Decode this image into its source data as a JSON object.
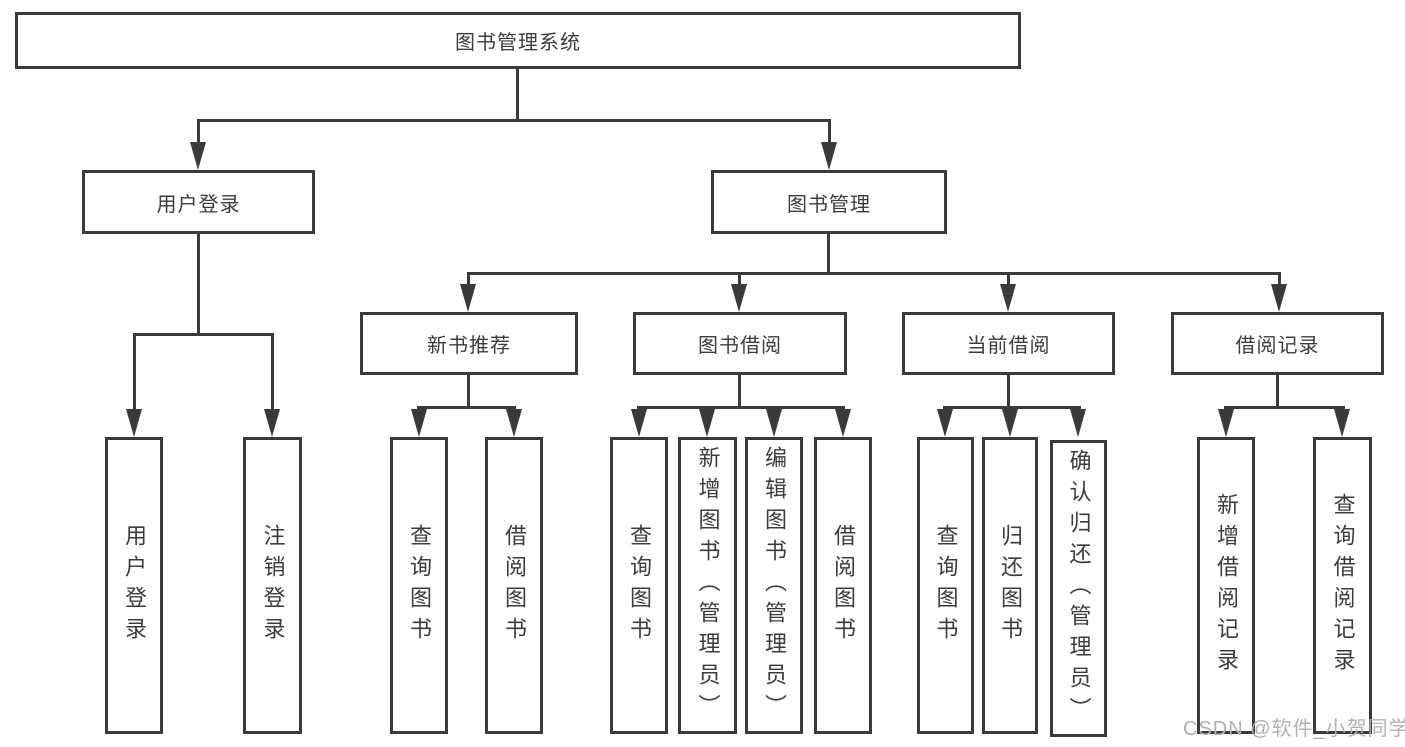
{
  "tree": {
    "root": {
      "label": "图书管理系统"
    },
    "branches": [
      {
        "label": "用户登录",
        "children": [
          {
            "label": "用户登录"
          },
          {
            "label": "注销登录"
          }
        ]
      },
      {
        "label": "图书管理",
        "children": [
          {
            "label": "新书推荐",
            "children": [
              {
                "label": "查询图书"
              },
              {
                "label": "借阅图书"
              }
            ]
          },
          {
            "label": "图书借阅",
            "children": [
              {
                "label": "查询图书"
              },
              {
                "label": "新增图书（管理员）"
              },
              {
                "label": "编辑图书（管理员）"
              },
              {
                "label": "借阅图书"
              }
            ]
          },
          {
            "label": "当前借阅",
            "children": [
              {
                "label": "查询图书"
              },
              {
                "label": "归还图书"
              },
              {
                "label": "确认归还（管理员）"
              }
            ]
          },
          {
            "label": "借阅记录",
            "children": [
              {
                "label": "新增借阅记录"
              },
              {
                "label": "查询借阅记录"
              }
            ]
          }
        ]
      }
    ]
  },
  "watermark": {
    "text": "CSDN @软件_小贺同学"
  },
  "colors": {
    "line": "#3a3a3a",
    "text": "#3c3c3c",
    "box_bg": "#ffffff",
    "watermark": "#b2b0b0"
  }
}
